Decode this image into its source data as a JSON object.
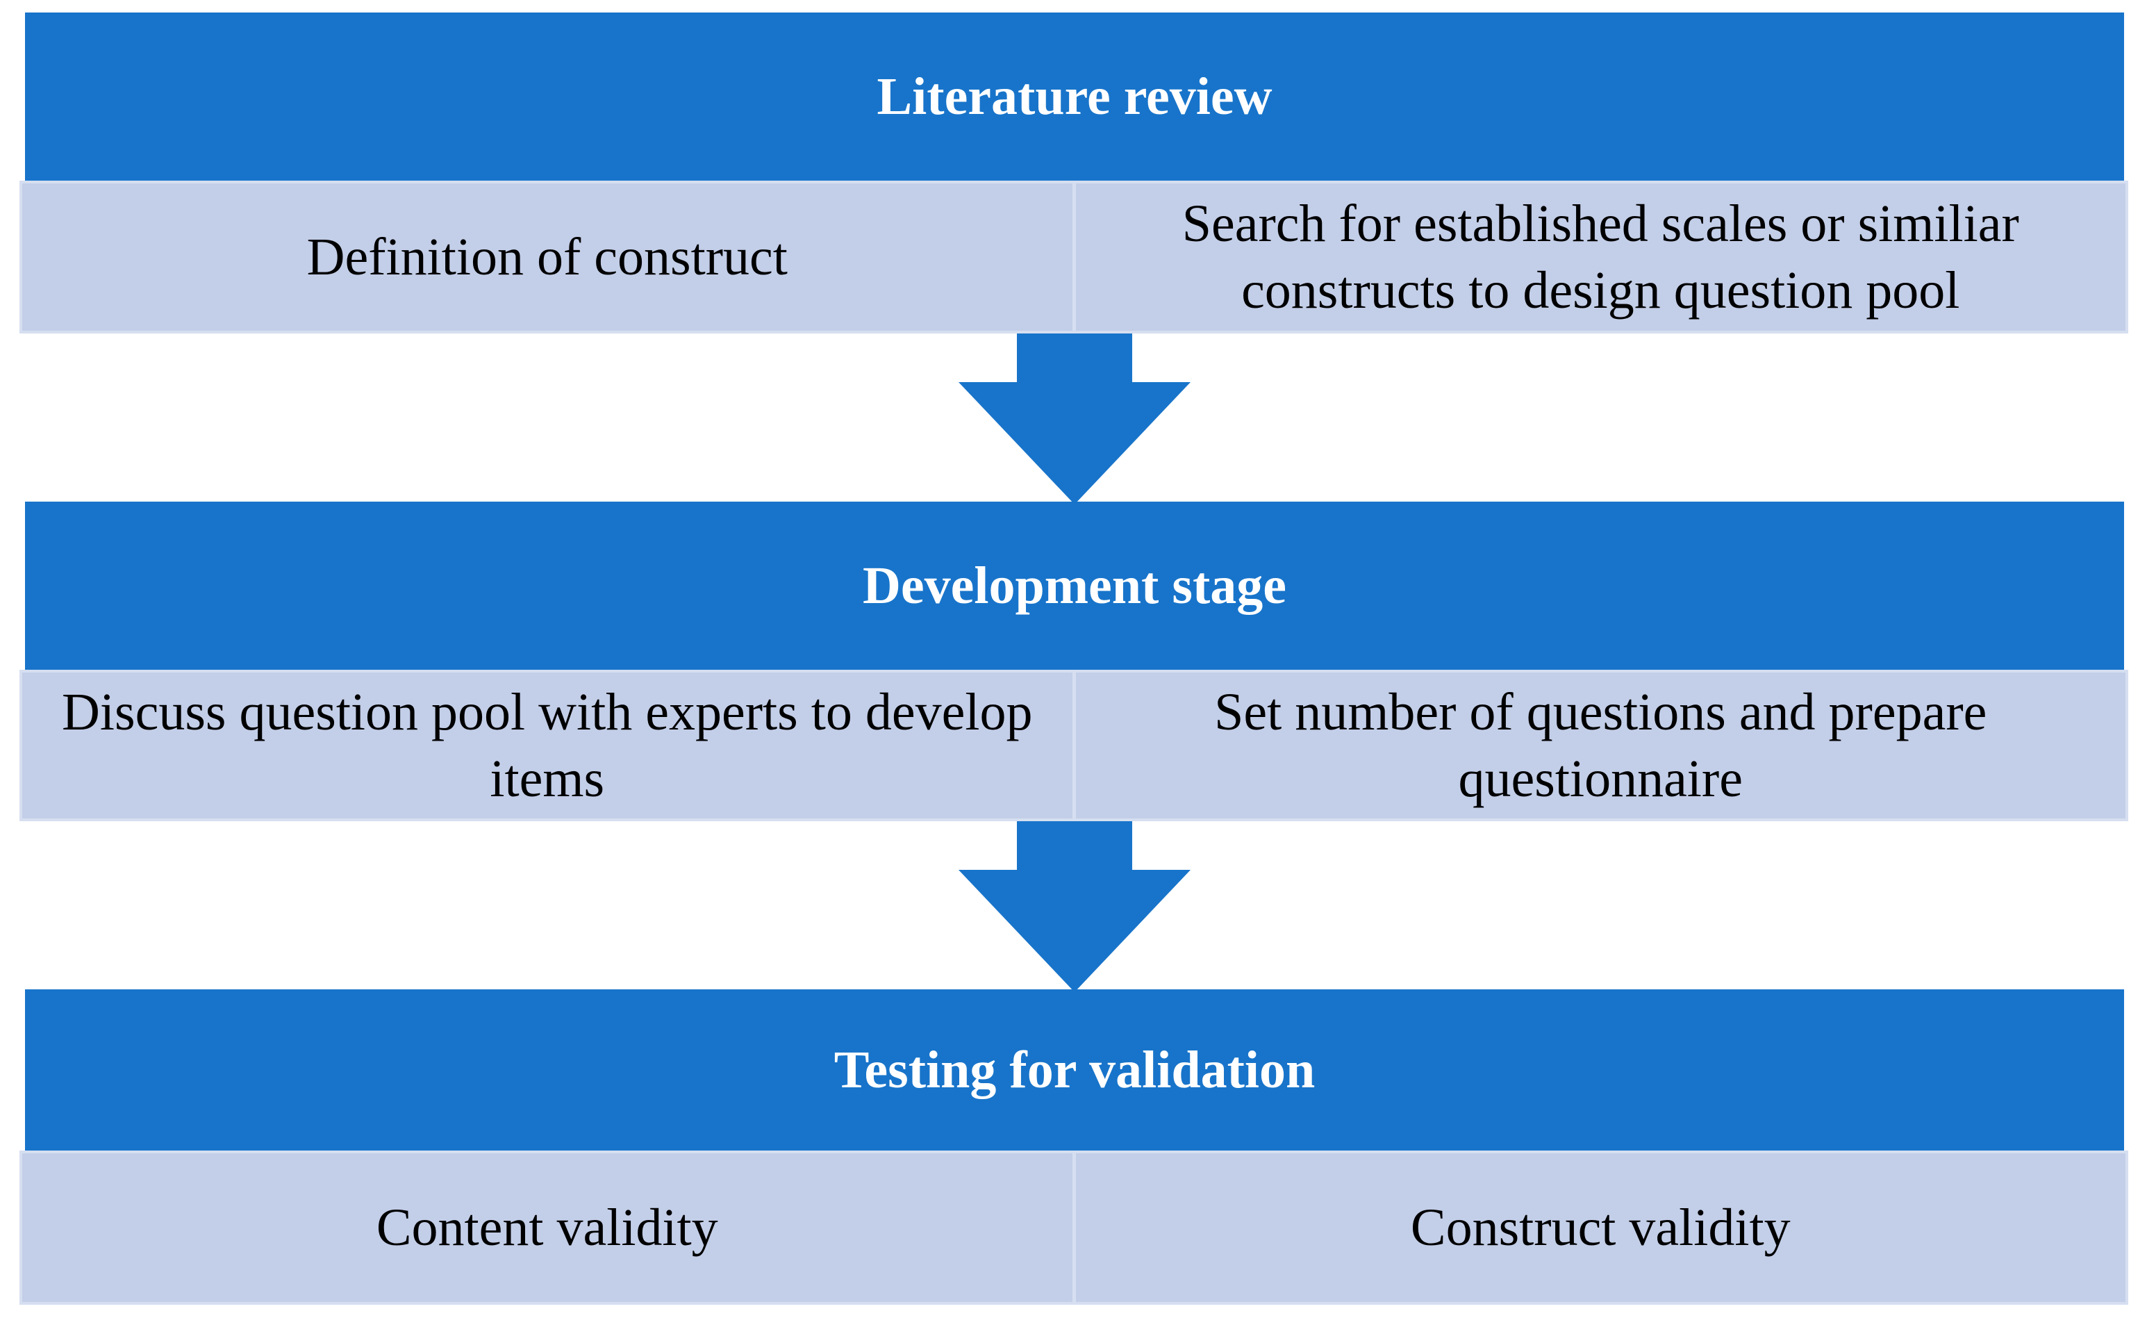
{
  "colors": {
    "header_bg": "#1874CA",
    "header_text": "#FFFFFF",
    "row_bg": "#C3CEE8",
    "row_border": "#D6DFF1",
    "arrow": "#1874CA"
  },
  "stages": [
    {
      "title": "Literature review",
      "items": [
        "Definition of construct",
        "Search for established scales or similiar constructs to design question pool"
      ]
    },
    {
      "title": "Development stage",
      "items": [
        "Discuss question pool with experts to develop items",
        "Set number of questions and prepare questionnaire"
      ]
    },
    {
      "title": "Testing for validation",
      "items": [
        "Content validity",
        "Construct validity"
      ]
    }
  ],
  "arrows": [
    {
      "icon": "down-arrow-icon"
    },
    {
      "icon": "down-arrow-icon"
    }
  ]
}
